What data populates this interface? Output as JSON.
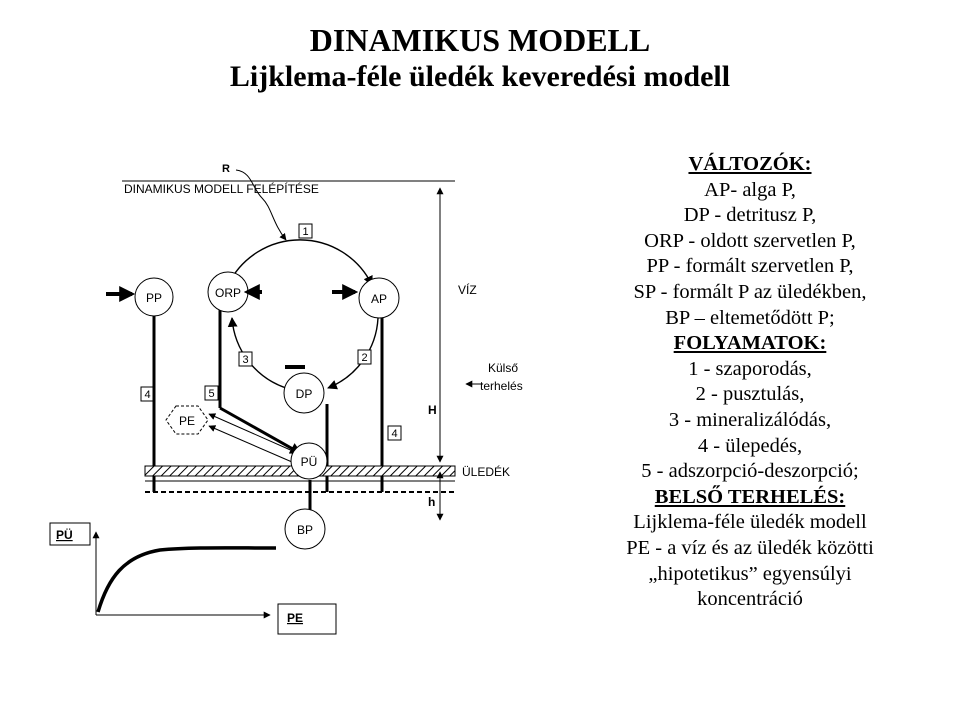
{
  "titles": {
    "main": "DINAMIKUS MODELL",
    "sub": "Lijklema-féle üledék keveredési modell"
  },
  "diagram": {
    "structure_label": "DINAMIKUS MODELL FELÉPÍTÉSE",
    "R": "R",
    "nodes": {
      "pp": "PP",
      "orp": "ORP",
      "ap": "AP",
      "dp": "DP",
      "pe": "PE",
      "pu": "PÜ",
      "bp": "BP"
    },
    "process_numbers": {
      "n1": "1",
      "n2": "2",
      "n3": "3",
      "n4_left": "4",
      "n4_right": "4",
      "n5": "5"
    },
    "side_labels": {
      "viz": "VÍZ",
      "kulso_line1": "Külső",
      "kulso_line2": "terhelés",
      "H": "H",
      "uledek": "ÜLEDÉK",
      "h": "h"
    }
  },
  "curve": {
    "y_label": "PÜ",
    "x_label": "PE"
  },
  "legend": {
    "lines": [
      {
        "text": "VÁLTOZÓK:",
        "header": true
      },
      {
        "text": "AP- alga P,",
        "header": false
      },
      {
        "text": "DP - detritusz P,",
        "header": false
      },
      {
        "text": "ORP - oldott szervetlen P,",
        "header": false
      },
      {
        "text": "PP - formált szervetlen P,",
        "header": false
      },
      {
        "text": "SP - formált P az üledékben,",
        "header": false
      },
      {
        "text": "BP – eltemetődött P;",
        "header": false
      },
      {
        "text": "FOLYAMATOK:",
        "header": true
      },
      {
        "text": "1 - szaporodás,",
        "header": false
      },
      {
        "text": "2 - pusztulás,",
        "header": false
      },
      {
        "text": "3 - mineralizálódás,",
        "header": false
      },
      {
        "text": "4 - ülepedés,",
        "header": false
      },
      {
        "text": "5 - adszorpció-deszorpció;",
        "header": false
      },
      {
        "text": "BELSŐ TERHELÉS:",
        "header": true
      },
      {
        "text": "Lijklema-féle üledék modell",
        "header": false
      },
      {
        "text": "PE - a víz és az üledék közötti",
        "header": false
      },
      {
        "text": "„hipotetikus” egyensúlyi",
        "header": false
      },
      {
        "text": "koncentráció",
        "header": false
      }
    ]
  }
}
